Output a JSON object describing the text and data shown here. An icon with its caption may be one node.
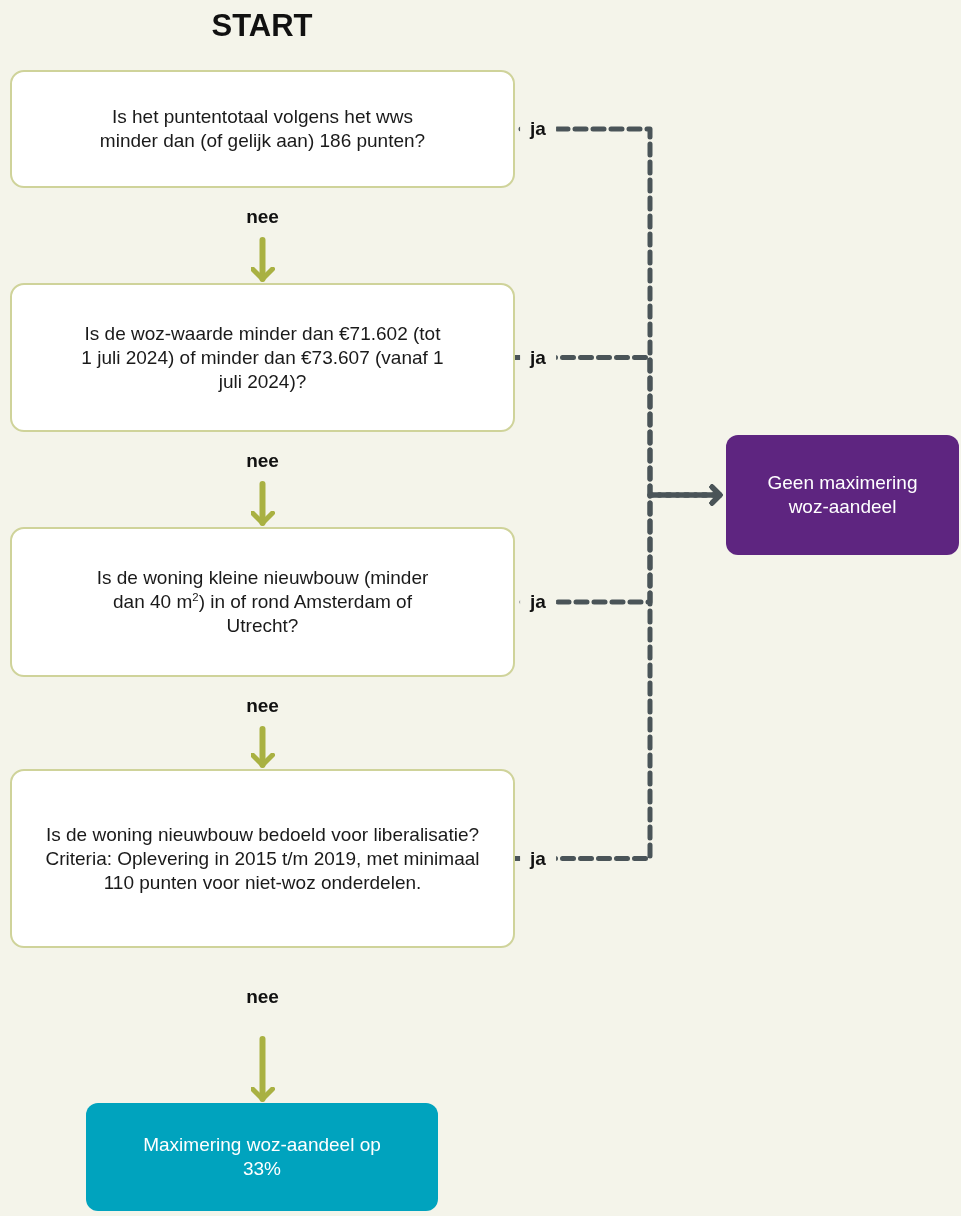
{
  "diagram": {
    "title": "START",
    "nodes": [
      {
        "text": [
          "Is het puntentotaal volgens het wws minder dan (of gelijk aan) 186 punten?"
        ]
      },
      {
        "text": [
          "Is de woz-waarde minder dan €71.602 (tot 1 juli 2024) of minder dan €73.607 (vanaf 1 juli 2024)?"
        ]
      },
      {
        "text": [
          "Is de woning kleine nieuwbouw (minder dan 40 m$^{2}$) in of rond Amsterdam of Utrecht?"
        ]
      },
      {
        "text": [
          "Is de woning nieuwbouw bedoeld voor liberalisatie? Criteria: Oplevering in 2015 t/m 2019, met minimaal 110 punten voor niet-woz onderdelen."
        ]
      },
      {
        "text": [
          "Geen maximering woz-aandeel"
        ]
      },
      {
        "text": [
          "Maximering woz-aandeel op 33%"
        ]
      }
    ],
    "edges": [
      {
        "from": 0,
        "to": 1,
        "arrow": "to",
        "label": "nee"
      },
      {
        "from": 1,
        "to": 2,
        "arrow": "to",
        "label": "nee"
      },
      {
        "from": 2,
        "to": 3,
        "arrow": "to",
        "label": "nee"
      },
      {
        "from": 3,
        "to": 5,
        "arrow": "to",
        "label": "nee"
      },
      {
        "from": 0,
        "to": 4,
        "arrow": "to",
        "label": "ja",
        "style": "dashed",
        "color": "#4a5458"
      },
      {
        "from": 1,
        "to": 4,
        "arrow": "to",
        "label": "ja",
        "style": "dashed",
        "color": "#4a5458"
      },
      {
        "from": 2,
        "to": 4,
        "arrow": "to",
        "label": "ja",
        "style": "dashed",
        "color": "#4a5458"
      },
      {
        "from": 3,
        "to": 4,
        "arrow": "to",
        "label": "ja",
        "style": "dashed",
        "color": "#4a5458"
      }
    ]
  }
}
